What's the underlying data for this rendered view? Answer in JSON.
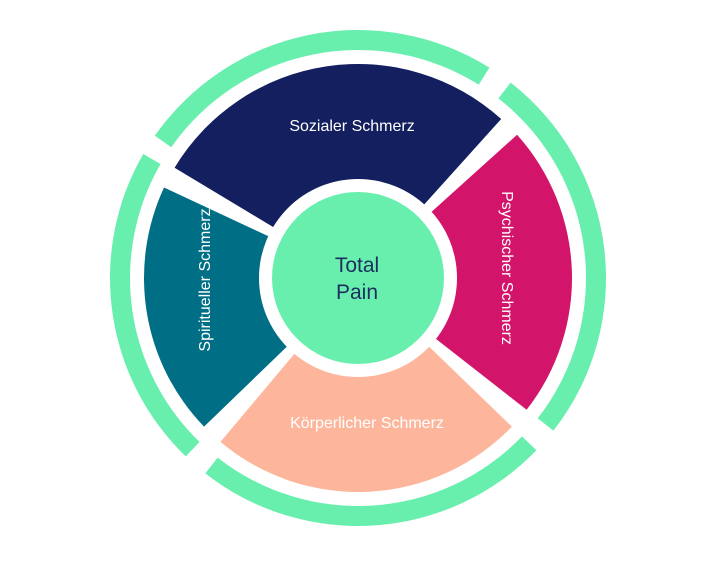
{
  "diagram": {
    "center": {
      "line1": "Total",
      "line2": "Pain"
    },
    "segments": {
      "social": "Sozialer Schmerz",
      "psychic": "Psychischer Schmerz",
      "physical": "Körperlicher Schmerz",
      "spiritual": "Spiritueller Schmerz"
    },
    "colors": {
      "ring": "#68efae",
      "center": "#68efae",
      "social": "#131f5e",
      "psychic": "#d3146b",
      "physical": "#fdb69c",
      "spiritual": "#006f85",
      "center_text": "#1d2f5e",
      "segment_text": "#ffffff"
    }
  }
}
